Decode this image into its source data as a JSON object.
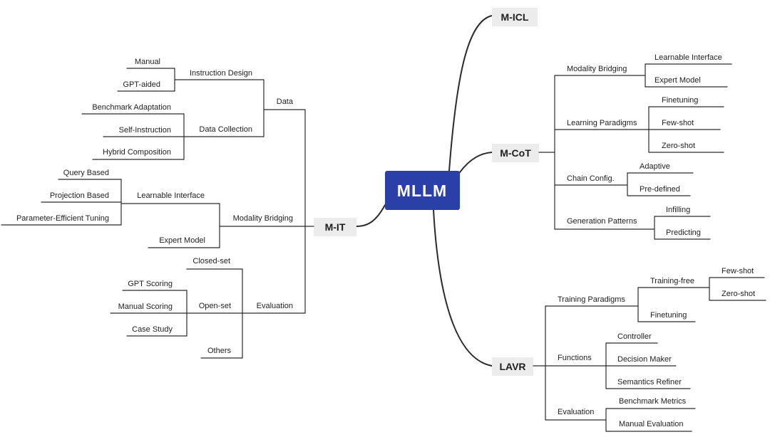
{
  "root": {
    "label": "MLLM",
    "color": "#2a3fa8"
  },
  "branch_bg": "#ececec",
  "branches": {
    "micl": {
      "label": "M-ICL"
    },
    "mcot": {
      "label": "M-CoT",
      "modality_bridging": {
        "label": "Modality Bridging",
        "children": [
          "Learnable Interface",
          "Expert Model"
        ]
      },
      "learning_paradigms": {
        "label": "Learning Paradigms",
        "children": [
          "Finetuning",
          "Few-shot",
          "Zero-shot"
        ]
      },
      "chain_config": {
        "label": "Chain Config.",
        "children": [
          "Adaptive",
          "Pre-defined"
        ]
      },
      "generation_patterns": {
        "label": "Generation Patterns",
        "children": [
          "Infilling",
          "Predicting"
        ]
      }
    },
    "lavr": {
      "label": "LAVR",
      "training_paradigms": {
        "label": "Training Paradigms",
        "training_free": {
          "label": "Training-free",
          "children": [
            "Few-shot",
            "Zero-shot"
          ]
        },
        "finetuning": "Finetuning"
      },
      "functions": {
        "label": "Functions",
        "children": [
          "Controller",
          "Decision Maker",
          "Semantics Refiner"
        ]
      },
      "evaluation": {
        "label": "Evaluation",
        "children": [
          "Benchmark Metrics",
          "Manual Evaluation"
        ]
      }
    },
    "mit": {
      "label": "M-IT",
      "data": {
        "label": "Data",
        "instruction_design": {
          "label": "Instruction Design",
          "children": [
            "Manual",
            "GPT-aided"
          ]
        },
        "data_collection": {
          "label": "Data Collection",
          "children": [
            "Benchmark Adaptation",
            "Self-Instruction",
            "Hybrid Composition"
          ]
        }
      },
      "modality_bridging": {
        "label": "Modality Bridging",
        "learnable_interface": {
          "label": "Learnable Interface",
          "children": [
            "Query Based",
            "Projection Based",
            "Parameter-Efficient Tuning"
          ]
        },
        "expert_model": "Expert Model"
      },
      "evaluation": {
        "label": "Evaluation",
        "closed_set": "Closed-set",
        "open_set": {
          "label": "Open-set",
          "children": [
            "GPT Scoring",
            "Manual Scoring",
            "Case Study"
          ]
        },
        "others": "Others"
      }
    }
  }
}
